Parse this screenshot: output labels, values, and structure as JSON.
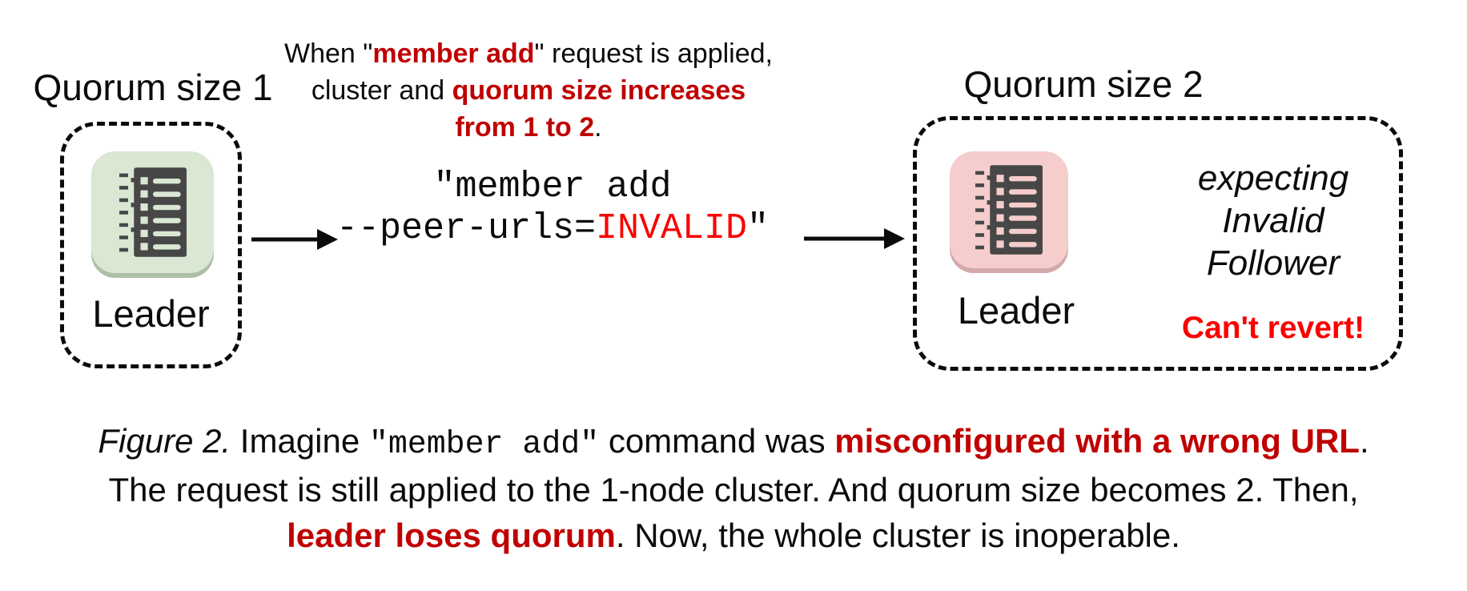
{
  "colors": {
    "red-dark": "#c00000",
    "red-bright": "#fb0200",
    "green-box": "#d9e7d3",
    "green-edge": "#aebfa7",
    "pink-box": "#f5cdcc",
    "pink-edge": "#d3a9a9",
    "icon-dark": "#474747"
  },
  "icons": {
    "member": "etcd-member-ledger-icon",
    "arrow": "right-arrow-icon"
  },
  "left_cluster": {
    "title": "Quorum size 1",
    "node_label": "Leader"
  },
  "annotation": {
    "line1_prefix": "When \"",
    "line1_red": "member add",
    "line1_suffix": "\" request is applied,",
    "line2_prefix": "cluster and ",
    "line2_red": "quorum size increases",
    "line3_red": "from 1 to 2",
    "line3_suffix": "."
  },
  "command": {
    "line1": "\"member add",
    "line2_prefix": "--peer-urls=",
    "line2_red": "INVALID",
    "line2_suffix": "\""
  },
  "right_cluster": {
    "title": "Quorum size 2",
    "node_label": "Leader",
    "expecting_lines": [
      "expecting",
      "Invalid",
      "Follower"
    ],
    "warning": "Can't revert!"
  },
  "caption": {
    "figure_label": "Figure 2.",
    "seg_imagine": " Imagine ",
    "seg_cmd": "\"member add\"",
    "seg_command_was": " command was ",
    "red_misconfigured": "misconfigured with a wrong URL",
    "seg_period": ".",
    "line2": "The request is still applied to the 1-node cluster. And quorum size becomes 2. Then,",
    "red_loses_quorum": "leader loses quorum",
    "seg_end": ". Now, the whole cluster is inoperable."
  }
}
